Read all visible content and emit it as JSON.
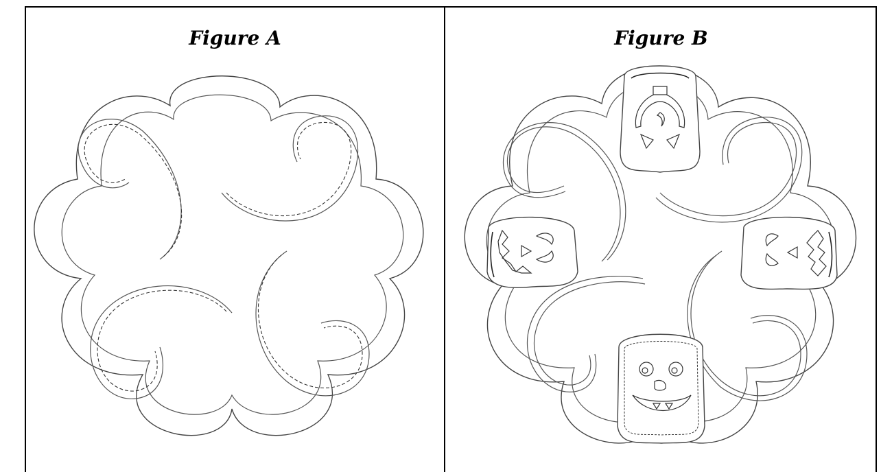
{
  "figures": [
    {
      "title": "Figure A",
      "description": "scalloped mat with dashed-stitched swirl appliques"
    },
    {
      "title": "Figure B",
      "description": "scalloped mat with swirl appliques and four jack-o-lantern faces"
    }
  ]
}
